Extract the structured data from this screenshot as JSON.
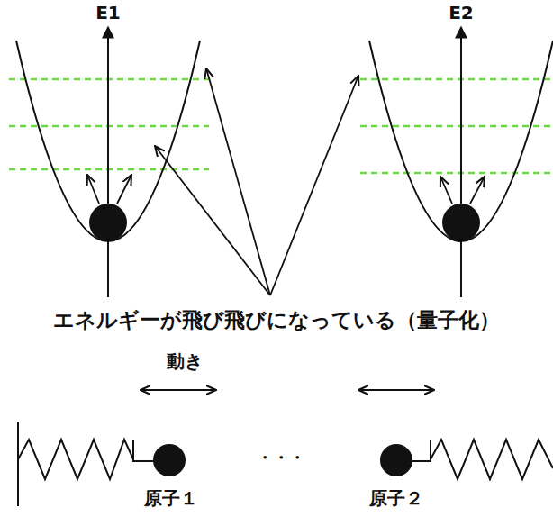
{
  "diagram": {
    "labels": [
      "E1",
      "E2",
      "エネルギーが飛び飛びになっている（量子化）",
      "動き",
      "・・・",
      "原子１",
      "原子２"
    ]
  }
}
